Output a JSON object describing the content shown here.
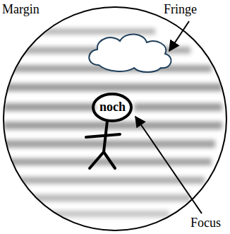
{
  "diagram": {
    "labels": [
      "Margin",
      "Fringe",
      "Focus",
      "noch"
    ]
  }
}
